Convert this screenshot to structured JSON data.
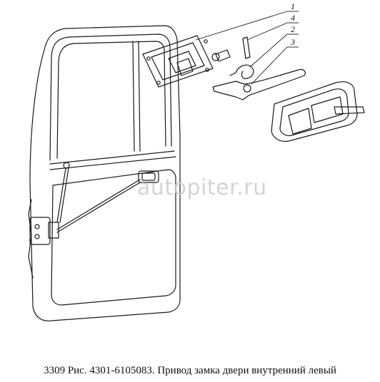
{
  "caption": "3309 Рис. 4301-6105083. Привод замка двери внутренний левый",
  "watermark": "autopiter.ru",
  "callouts": [
    {
      "id": "1",
      "label": "1"
    },
    {
      "id": "4",
      "label": "4"
    },
    {
      "id": "2",
      "label": "2"
    },
    {
      "id": "3",
      "label": "3"
    }
  ],
  "colors": {
    "ink": "#1a1a1a",
    "paper": "#ffffff",
    "watermark": "#c9cdd3"
  }
}
